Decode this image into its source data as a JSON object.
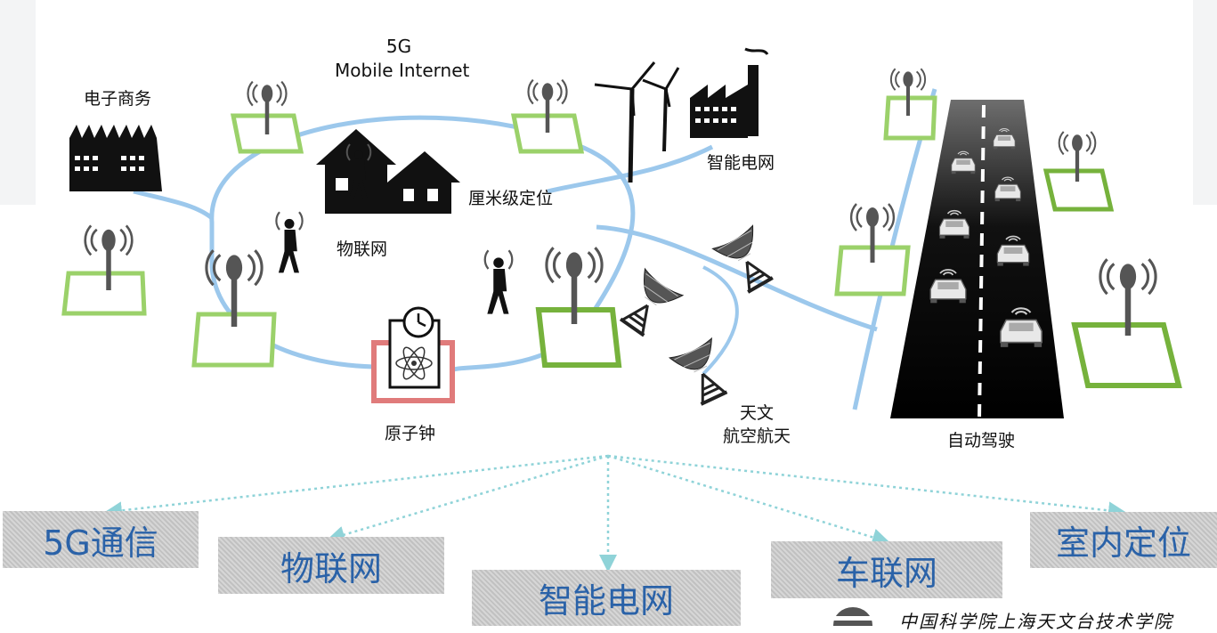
{
  "diagram": {
    "title_5g": "5G",
    "title_mobile": "Mobile Internet",
    "label_ecommerce": "电子商务",
    "label_smart_grid_top": "智能电网",
    "label_cm_positioning": "厘米级定位",
    "label_iot": "物联网",
    "label_atomic_clock": "原子钟",
    "label_astronomy_1": "天文",
    "label_astronomy_2": "航空航天",
    "label_autonomous": "自动驾驶"
  },
  "categories": [
    "5G通信",
    "物联网",
    "智能电网",
    "车联网",
    "室内定位"
  ],
  "footer": {
    "text": "中国科学院上海天文台技术学院"
  },
  "colors": {
    "network_line": "#9cc8ec",
    "antenna_pad_light": "#9bd16a",
    "antenna_pad_dark": "#76b23c",
    "clock_pad": "#e07b7b",
    "tag_text": "#2a62a8",
    "tag_bg": "#c9c9c9",
    "arrow": "#8fd3d8"
  }
}
